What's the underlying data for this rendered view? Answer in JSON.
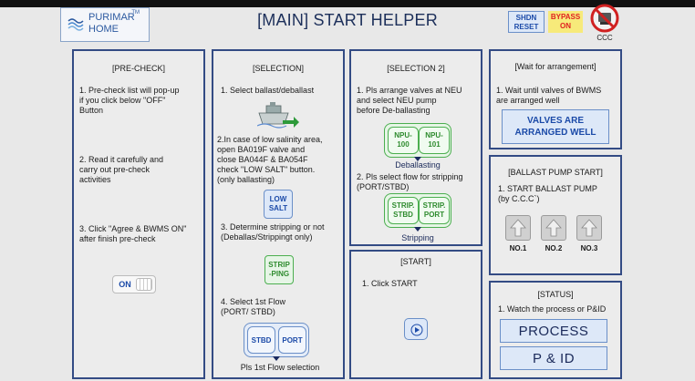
{
  "header": {
    "logo_line1": "PURIMAR",
    "logo_line2": "HOME",
    "logo_tm": "TM",
    "title": "[MAIN] START HELPER",
    "shdn_line1": "SHDN",
    "shdn_line2": "RESET",
    "bypass_line1": "BYPASS",
    "bypass_line2": "ON",
    "ccc_label": "CCC"
  },
  "precheck": {
    "title": "[PRE-CHECK]",
    "step1": "1. Pre-check list will pop-up\n    if you click below \"OFF\"\n    Button",
    "step2": "2. Read it carefully and\n    carry out pre-check\n    activities",
    "step3": "3. Click \"Agree & BWMS ON\"\n    after finish pre-check",
    "toggle_label": "ON"
  },
  "selection": {
    "title": "[SELECTION]",
    "step1": "1. Select ballast/deballast",
    "step2": "2.In case of low salinity area,\n  open BA019F valve and\n  close BA044F & BA054F\n  check \"LOW SALT\" button.\n  (only ballasting)",
    "low_salt": "LOW\nSALT",
    "step3": "3. Determine stripping or not\n  (Deballas/Strippingt only)",
    "striping": "STRIP\n-PING",
    "step4": "4. Select 1st Flow\n      (PORT/ STBD)",
    "stbd": "STBD",
    "port": "PORT",
    "footer": "Pls 1st Flow selection"
  },
  "selection2": {
    "title": "[SELECTION 2]",
    "step1": "1. Pls arrange valves at NEU\n    and select NEU pump\n    before De-ballasting",
    "npu100": "NPU-\n100",
    "npu101": "NPU-\n101",
    "deballasting": "Deballasting",
    "step2": "2. Pls select flow for stripping\n    (PORT/STBD)",
    "strip_stbd": "STRIP.\nSTBD",
    "strip_port": "STRIP.\nPORT",
    "stripping": "Stripping"
  },
  "start": {
    "title": "[START]",
    "step1": "1. Click START"
  },
  "wait": {
    "title": "[Wait for arrangement]",
    "step1": "1. Wait until valves of BWMS\n    are arranged well",
    "button": "VALVES ARE\nARRANGED WELL"
  },
  "ballast_pump": {
    "title": "[BALLAST PUMP START]",
    "step1": "1. START BALLAST PUMP\n    (by C.C.C`)",
    "pumps": [
      "NO.1",
      "NO.2",
      "NO.3"
    ]
  },
  "status": {
    "title": "[STATUS]",
    "step1": "1. Watch the process or P&ID",
    "process": "PROCESS",
    "pid": "P & ID"
  },
  "colors": {
    "panel_border": "#334b84",
    "accent_blue": "#1b4aa8",
    "accent_green": "#2e8b2e",
    "bypass_bg": "#f7ea7a",
    "bypass_text": "#e02020"
  },
  "icons": [
    "purimar-logo-icon",
    "ccc-prohibited-icon",
    "ship-ballast-icon",
    "pump-arrow-icon",
    "play-icon"
  ]
}
